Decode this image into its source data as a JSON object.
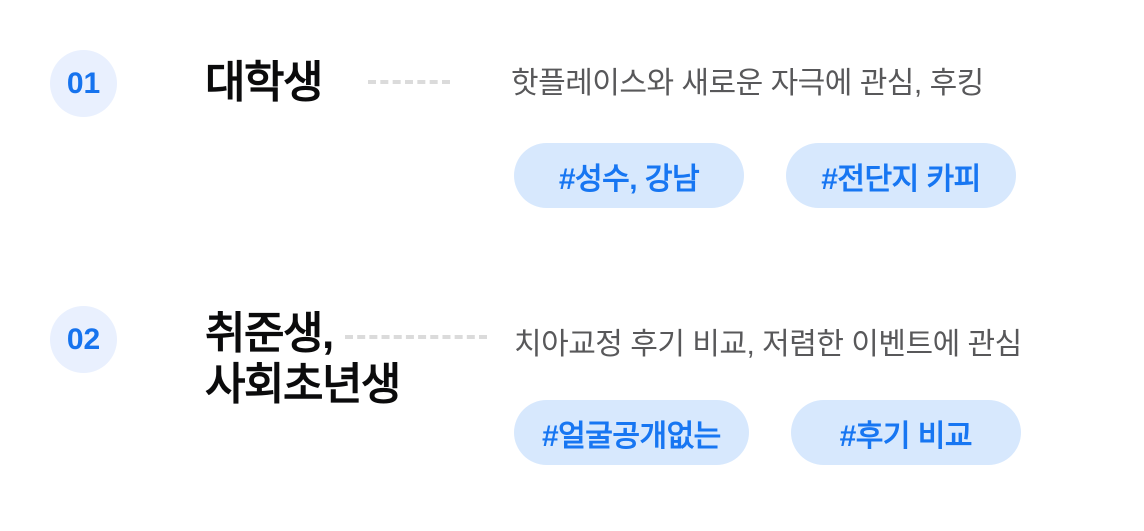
{
  "colors": {
    "accent": "#1673EE",
    "circle_bg": "#E9F0FE",
    "pill_bg": "#D7E8FD",
    "pill_text": "#1776F2",
    "title_color": "#0B0B0C",
    "desc_color": "#58585A",
    "dash_color": "#DBDBDB",
    "page_bg": "#FFFFFF"
  },
  "personas": [
    {
      "number": "01",
      "title_lines": [
        "대학생"
      ],
      "description": "핫플레이스와 새로운 자극에 관심, 후킹",
      "tags": [
        "#성수, 강남",
        "#전단지 카피"
      ]
    },
    {
      "number": "02",
      "title_lines": [
        "취준생,",
        "사회초년생"
      ],
      "description": "치아교정 후기 비교, 저렴한 이벤트에 관심",
      "tags": [
        "#얼굴공개없는",
        "#후기 비교"
      ]
    }
  ]
}
